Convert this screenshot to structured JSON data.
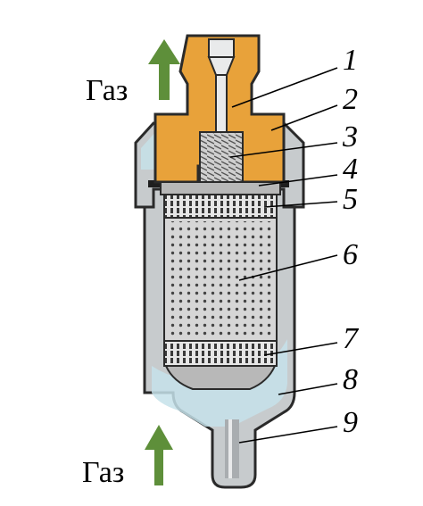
{
  "labels": {
    "gas_top": "Газ",
    "gas_bottom": "Газ",
    "parts": [
      "1",
      "2",
      "3",
      "4",
      "5",
      "6",
      "7",
      "8",
      "9"
    ]
  },
  "colors": {
    "arrow": "#5e8f3a",
    "fitting": "#e8a23a",
    "fitting_dark": "#b06f18",
    "housing": "#c7cbcd",
    "housing_light": "#c6e2ea",
    "housing_outline": "#2a2a2a",
    "filter_body": "#d6d6d6",
    "filter_dots": "#444444"
  }
}
